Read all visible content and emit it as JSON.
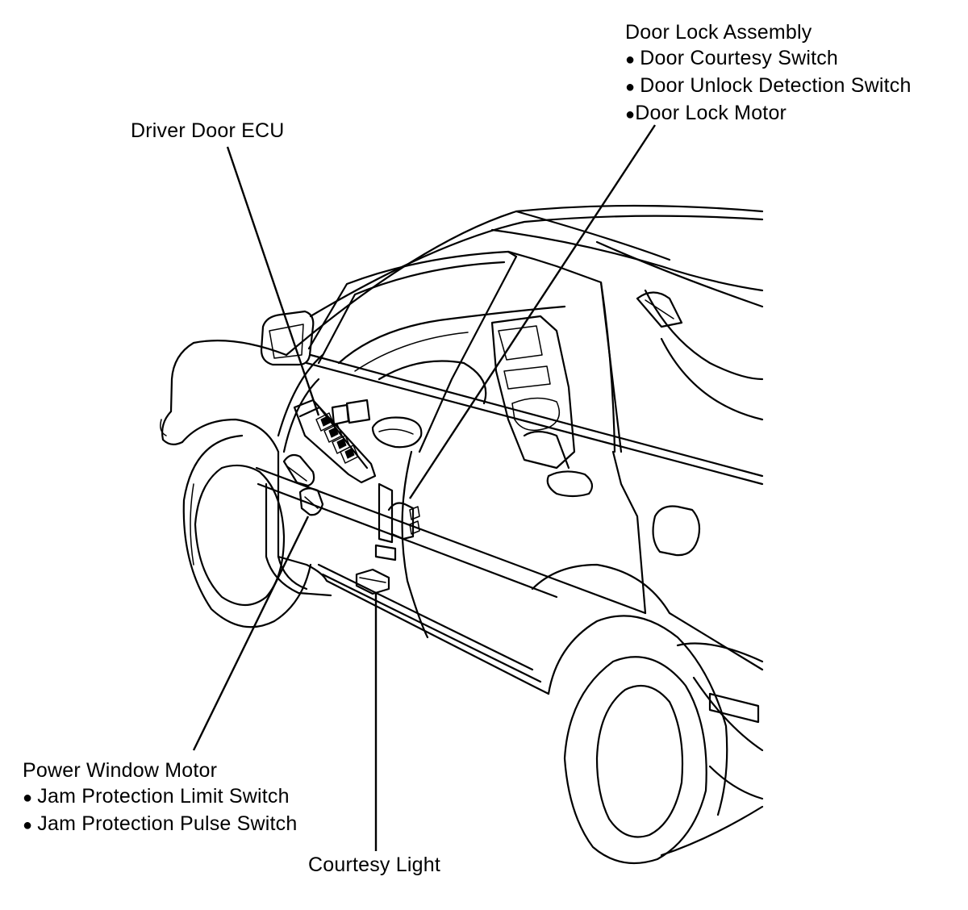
{
  "labels": {
    "door_lock_assembly": {
      "title": "Door Lock Assembly",
      "items": [
        "Door Courtesy Switch",
        "Door Unlock Detection Switch",
        "Door Lock Motor"
      ]
    },
    "driver_door_ecu": {
      "title": "Driver Door ECU"
    },
    "power_window_motor": {
      "title": "Power Window Motor",
      "items": [
        "Jam Protection Limit Switch",
        "Jam Protection Pulse Switch"
      ]
    },
    "courtesy_light": {
      "title": "Courtesy Light"
    }
  },
  "bullet_glyph": "●",
  "colors": {
    "line": "#000000",
    "background": "#ffffff"
  }
}
